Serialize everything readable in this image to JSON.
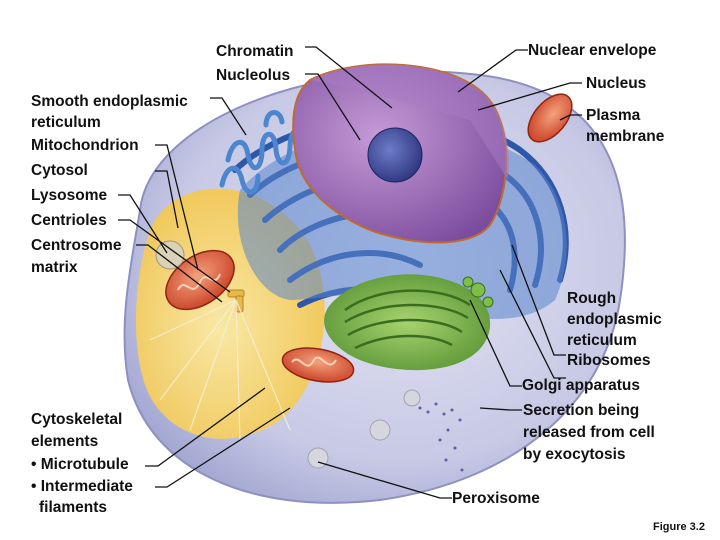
{
  "labels": {
    "chromatin": "Chromatin",
    "nucleolus": "Nucleolus",
    "smooth_er_line1": "Smooth endoplasmic",
    "smooth_er_line2": "reticulum",
    "mitochondrion": "Mitochondrion",
    "cytosol": "Cytosol",
    "lysosome": "Lysosome",
    "centrioles": "Centrioles",
    "centrosome_line1": "Centrosome",
    "centrosome_line2": "matrix",
    "cytoskeletal_line1": "Cytoskeletal",
    "cytoskeletal_line2": "elements",
    "cytoskeletal_line3": "• Microtubule",
    "cytoskeletal_line4": "• Intermediate",
    "cytoskeletal_line5": "filaments",
    "nuclear_envelope": "Nuclear envelope",
    "nucleus": "Nucleus",
    "plasma_line1": "Plasma",
    "plasma_line2": "membrane",
    "rough_er_line1": "Rough",
    "rough_er_line2": "endoplasmic",
    "rough_er_line3": "reticulum",
    "ribosomes": "Ribosomes",
    "golgi": "Golgi apparatus",
    "secretion_line1": "Secretion being",
    "secretion_line2": "released from cell",
    "secretion_line3": "by exocytosis",
    "peroxisome": "Peroxisome"
  },
  "figure_caption": "Figure 3.2",
  "colors": {
    "cell_body": "#c9cbe6",
    "cytosol": "#f1d56a",
    "rough_er": "#3f67b8",
    "nucleus": "#8e5aa8",
    "nucleolus": "#3d4a9b",
    "golgi": "#5f9f3a",
    "mitochondrion": "#d8482c",
    "smooth_er": "#5b8fd0"
  }
}
